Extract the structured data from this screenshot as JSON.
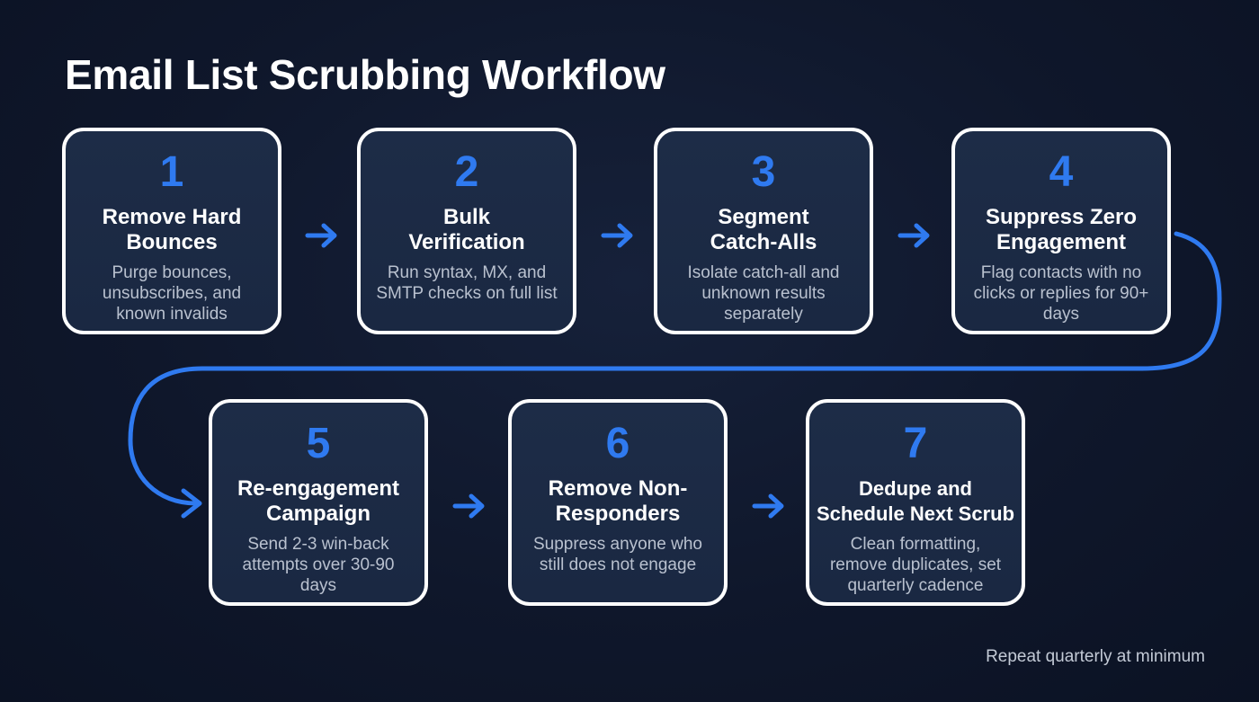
{
  "title": "Email List Scrubbing Workflow",
  "accent_color": "#2f7af0",
  "card_border_color": "#ffffff",
  "steps": [
    {
      "number": "1",
      "title": "Remove Hard\nBounces",
      "description": "Purge bounces, unsubscribes, and known invalids"
    },
    {
      "number": "2",
      "title": "Bulk\nVerification",
      "description": "Run syntax, MX, and SMTP checks on full list"
    },
    {
      "number": "3",
      "title": "Segment\nCatch-Alls",
      "description": "Isolate catch-all and unknown results separately"
    },
    {
      "number": "4",
      "title": "Suppress Zero\nEngagement",
      "description": "Flag contacts with no clicks or replies for 90+ days"
    },
    {
      "number": "5",
      "title": "Re-engagement\nCampaign",
      "description": "Send 2-3 win-back attempts over 30-90 days"
    },
    {
      "number": "6",
      "title": "Remove Non-\nResponders",
      "description": "Suppress anyone who still does not engage"
    },
    {
      "number": "7",
      "title": "Dedupe and\nSchedule Next Scrub",
      "description": "Clean formatting, remove duplicates, set quarterly cadence"
    }
  ],
  "footer_note": "Repeat quarterly at minimum"
}
